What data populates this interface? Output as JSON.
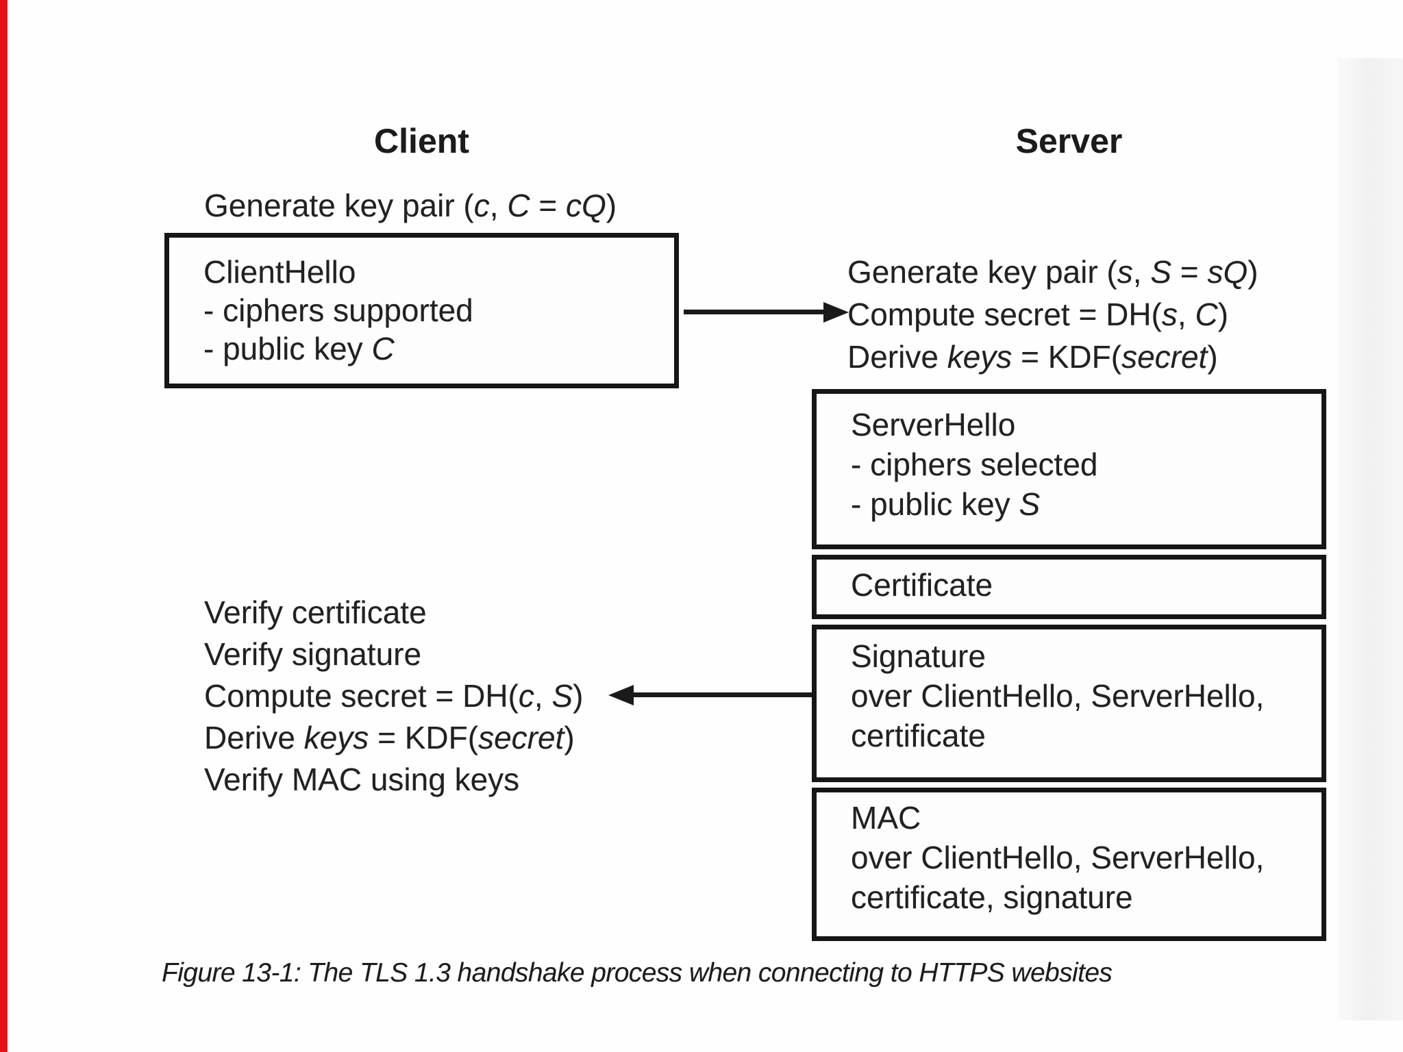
{
  "colors": {
    "ink": "#1a1a1a",
    "box_border": "#161616",
    "background": "#fefefe",
    "red_stripe": "#e3131b",
    "right_band_shade": "#f0f0f0"
  },
  "client": {
    "heading": "Client",
    "keygen": [
      [
        "Generate key pair (",
        0
      ],
      [
        "c",
        1
      ],
      [
        ", ",
        0
      ],
      [
        "C",
        1
      ],
      [
        " = ",
        0
      ],
      [
        "cQ",
        1
      ],
      [
        ")",
        0
      ]
    ],
    "hello_box": [
      [
        [
          "ClientHello",
          0
        ]
      ],
      [
        [
          "- ciphers supported",
          0
        ]
      ],
      [
        [
          "- public key ",
          0
        ],
        [
          "C",
          1
        ]
      ]
    ],
    "verify": [
      [
        [
          "Verify certificate",
          0
        ]
      ],
      [
        [
          "Verify signature",
          0
        ]
      ],
      [
        [
          "Compute secret = DH(",
          0
        ],
        [
          "c",
          1
        ],
        [
          ", ",
          0
        ],
        [
          "S",
          1
        ],
        [
          ")",
          0
        ]
      ],
      [
        [
          "Derive ",
          0
        ],
        [
          "keys",
          1
        ],
        [
          " = KDF(",
          0
        ],
        [
          "secret",
          1
        ],
        [
          ")",
          0
        ]
      ],
      [
        [
          "Verify MAC using keys",
          0
        ]
      ]
    ]
  },
  "server": {
    "heading": "Server",
    "process": [
      [
        [
          "Generate key pair (",
          0
        ],
        [
          "s",
          1
        ],
        [
          ", ",
          0
        ],
        [
          "S",
          1
        ],
        [
          " = ",
          0
        ],
        [
          "sQ",
          1
        ],
        [
          ")",
          0
        ]
      ],
      [
        [
          "Compute secret = DH(",
          0
        ],
        [
          "s",
          1
        ],
        [
          ", ",
          0
        ],
        [
          "C",
          1
        ],
        [
          ")",
          0
        ]
      ],
      [
        [
          "Derive ",
          0
        ],
        [
          "keys",
          1
        ],
        [
          " = KDF(",
          0
        ],
        [
          "secret",
          1
        ],
        [
          ")",
          0
        ]
      ]
    ],
    "boxes": {
      "server_hello": [
        [
          [
            "ServerHello",
            0
          ]
        ],
        [
          [
            "- ciphers selected",
            0
          ]
        ],
        [
          [
            "- public key ",
            0
          ],
          [
            "S",
            1
          ]
        ]
      ],
      "certificate": [
        [
          [
            "Certificate",
            0
          ]
        ]
      ],
      "signature": [
        [
          [
            "Signature",
            0
          ]
        ],
        [
          [
            "over ClientHello, ServerHello,",
            0
          ]
        ],
        [
          [
            "certificate",
            0
          ]
        ]
      ],
      "mac": [
        [
          [
            "MAC",
            0
          ]
        ],
        [
          [
            "over ClientHello, ServerHello,",
            0
          ]
        ],
        [
          [
            "certificate, signature",
            0
          ]
        ]
      ]
    }
  },
  "caption": "Figure 13-1: The TLS 1.3 handshake process when connecting to HTTPS websites"
}
